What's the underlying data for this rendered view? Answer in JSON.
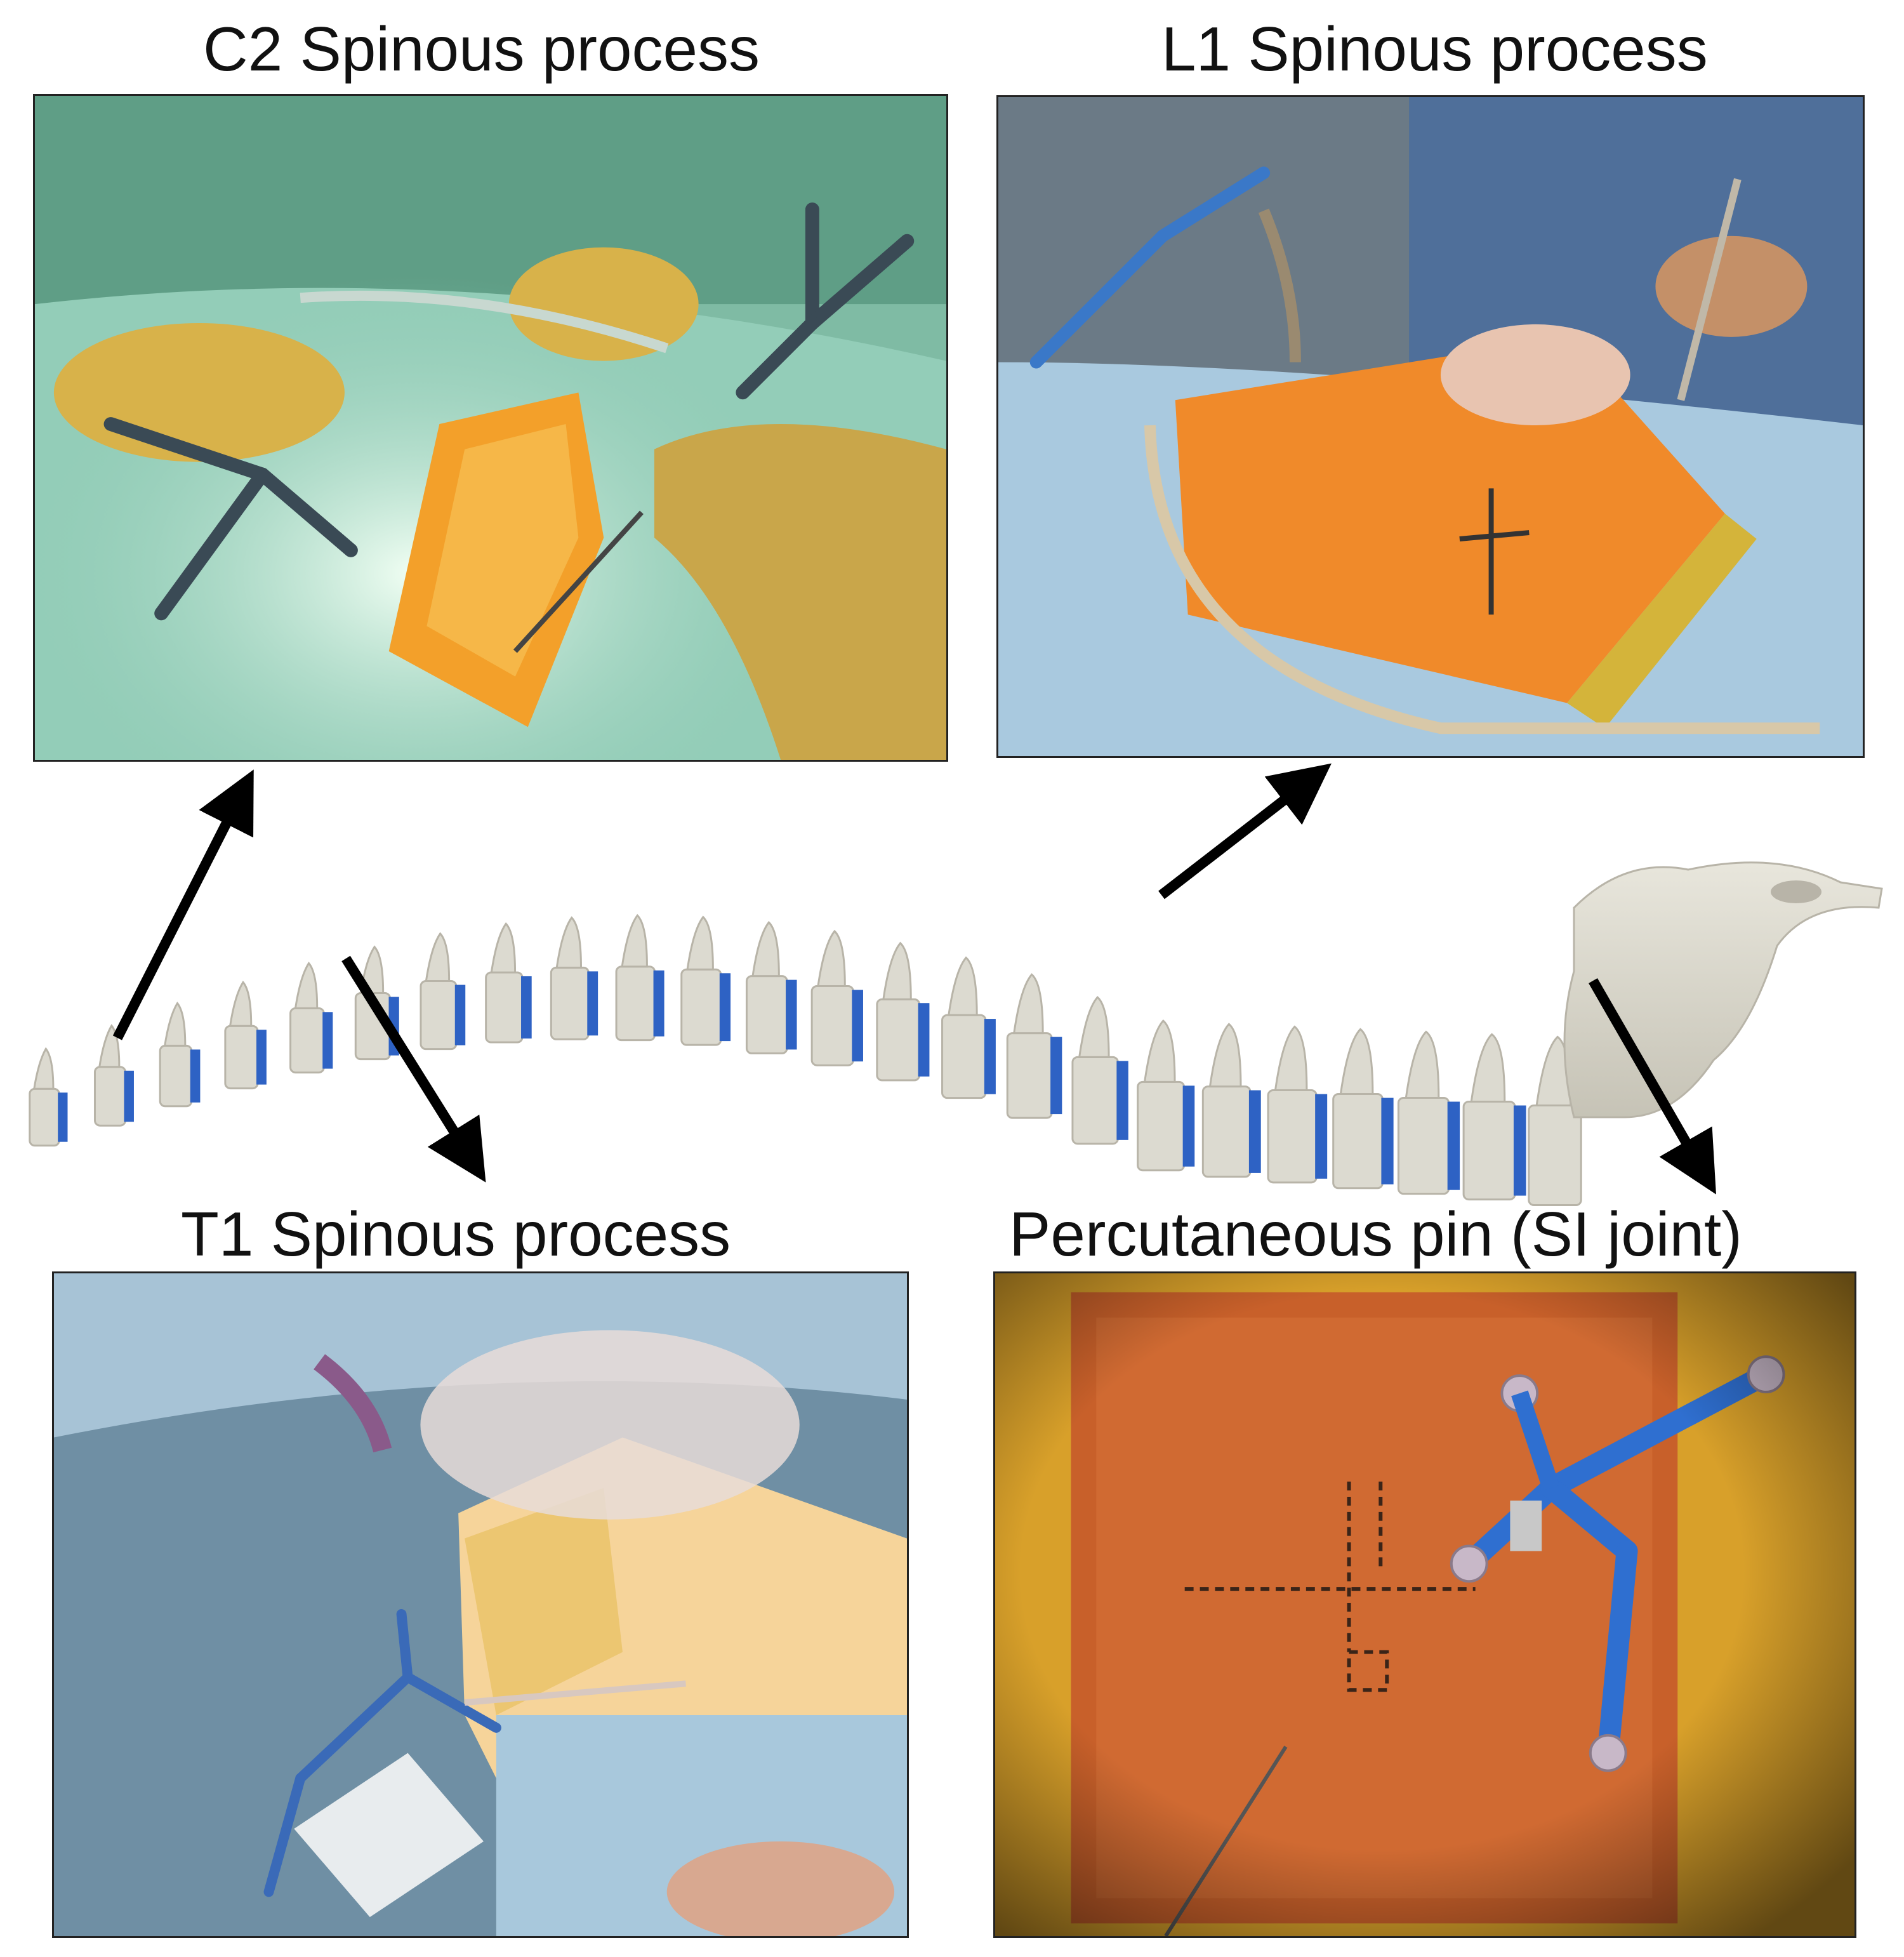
{
  "captions": {
    "c2": "C2 Spinous process",
    "l1": "L1 Spinous process",
    "t1": "T1 Spinous process",
    "si": "Percutaneous pin (SI joint)"
  },
  "colors": {
    "bone": "#dcdad0",
    "disc": "#2e62c4",
    "arrow": "#000000",
    "drape_green": "#8fc9b3",
    "drape_blue": "#8fb3d2",
    "skin_orange": "#f08a2a",
    "instrument_blue": "#2f6fd0",
    "glove_yellow": "#d8b24a"
  }
}
